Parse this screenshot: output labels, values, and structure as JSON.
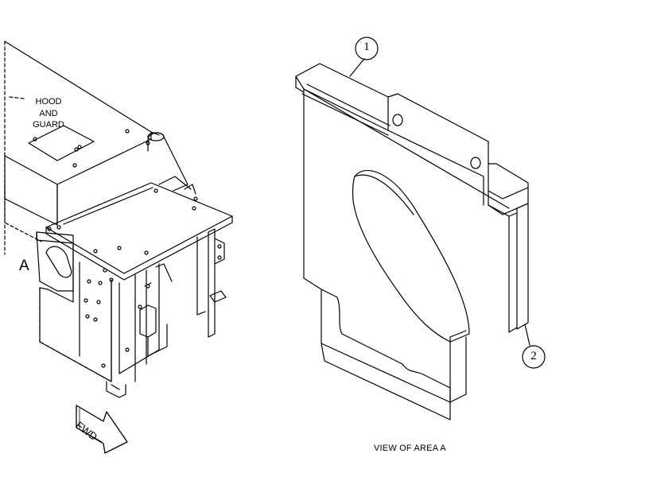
{
  "diagram": {
    "hood_label_lines": [
      "HOOD",
      "AND",
      "GUARD"
    ],
    "area_label": "A",
    "view_caption": "VIEW OF AREA A",
    "direction_label": "FWD",
    "callouts": [
      {
        "label": "1"
      },
      {
        "label": "2"
      }
    ],
    "line_color": "#000000",
    "background_color": "#ffffff"
  }
}
